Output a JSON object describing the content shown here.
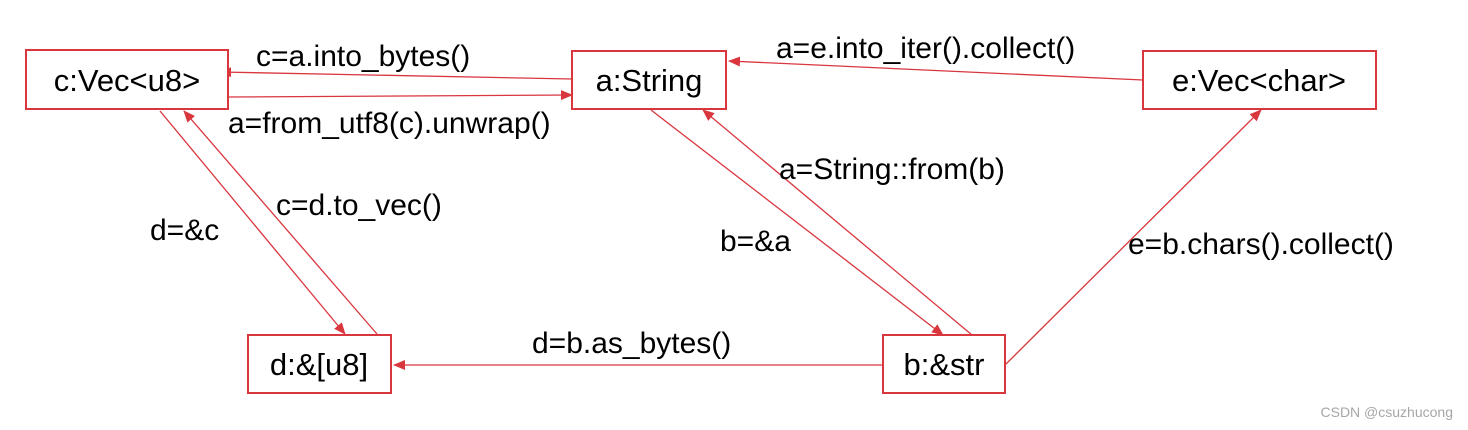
{
  "colors": {
    "accent": "#d9363e",
    "text": "#000000",
    "watermark": "#a6a6a6"
  },
  "nodes": [
    {
      "id": "c",
      "label": "c:Vec<u8>"
    },
    {
      "id": "a",
      "label": "a:String"
    },
    {
      "id": "e",
      "label": "e:Vec<char>"
    },
    {
      "id": "d",
      "label": "d:&[u8]"
    },
    {
      "id": "b",
      "label": "b:&str"
    }
  ],
  "edges": [
    {
      "from": "a",
      "to": "c",
      "label": "c=a.into_bytes()"
    },
    {
      "from": "c",
      "to": "a",
      "label": "a=from_utf8(c).unwrap()"
    },
    {
      "from": "e",
      "to": "a",
      "label": "a=e.into_iter().collect()"
    },
    {
      "from": "c",
      "to": "d",
      "label": "d=&c"
    },
    {
      "from": "d",
      "to": "c",
      "label": "c=d.to_vec()"
    },
    {
      "from": "a",
      "to": "b",
      "label": "b=&a"
    },
    {
      "from": "b",
      "to": "a",
      "label": "a=String::from(b)"
    },
    {
      "from": "b",
      "to": "e",
      "label": "e=b.chars().collect()"
    },
    {
      "from": "b",
      "to": "d",
      "label": "d=b.as_bytes()"
    }
  ],
  "watermark": "CSDN @csuzhucong"
}
